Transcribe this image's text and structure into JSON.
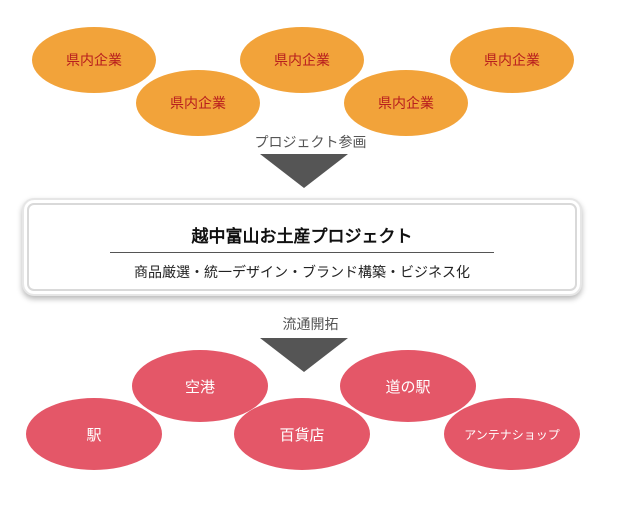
{
  "companies": [
    {
      "label": "県内企業"
    },
    {
      "label": "県内企業"
    },
    {
      "label": "県内企業"
    },
    {
      "label": "県内企業"
    },
    {
      "label": "県内企業"
    }
  ],
  "flow_top_label": "プロジェクト参画",
  "project": {
    "title": "越中富山お土産プロジェクト",
    "subtitle": "商品厳選・統一デザイン・ブランド構築・ビジネス化"
  },
  "flow_bottom_label": "流通開拓",
  "outlets": [
    {
      "label": "空港"
    },
    {
      "label": "道の駅"
    },
    {
      "label": "駅"
    },
    {
      "label": "百貨店"
    },
    {
      "label": "アンテナショップ"
    }
  ],
  "colors": {
    "company_fill": "#f2a33a",
    "company_text": "#b81e1e",
    "outlet_fill": "#e45768",
    "outlet_text": "#ffffff",
    "arrow": "#555555"
  }
}
